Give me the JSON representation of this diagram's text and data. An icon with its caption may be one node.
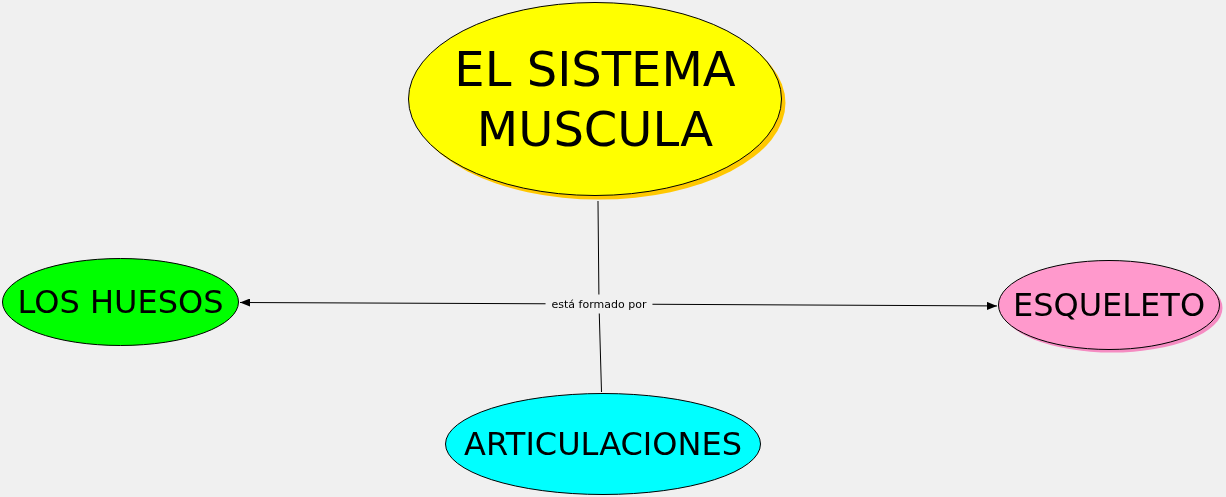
{
  "diagram": {
    "nodes": [
      {
        "text": [
          "EL SISTEMA MUSCULA"
        ]
      },
      {
        "text": [
          "LOS HUESOS"
        ]
      },
      {
        "text": [
          "está formado por"
        ]
      },
      {
        "text": [
          "ESQUELETO"
        ]
      },
      {
        "text": [
          "ARTICULACIONES"
        ]
      }
    ],
    "edges": [
      {
        "from": 0,
        "to": 2,
        "arrow": "none"
      },
      {
        "from": 2,
        "to": 1,
        "arrow": "to"
      },
      {
        "from": 2,
        "to": 3,
        "arrow": "to"
      },
      {
        "from": 2,
        "to": 4,
        "arrow": "none"
      }
    ]
  }
}
